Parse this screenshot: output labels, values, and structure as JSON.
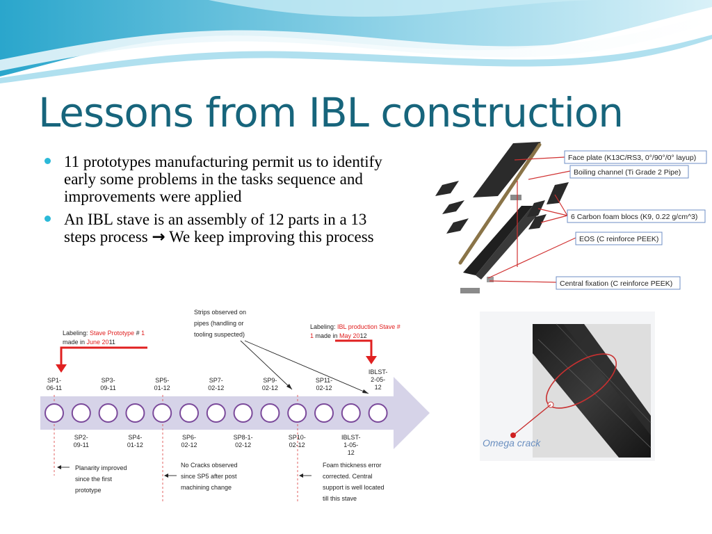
{
  "slide": {
    "title": "Lessons from IBL construction",
    "bullets": [
      {
        "pre": "11 prototypes manufacturing permit us to identify early some problems in the tasks sequence and improvements were applied",
        "post": ""
      },
      {
        "pre": "An IBL stave is an assembly of 12 parts in a 13 steps process ",
        "post": " We keep improving this process"
      }
    ],
    "arrow_glyph": "→"
  },
  "parts_figure": {
    "labels": {
      "face_plate": "Face plate (K13C/RS3, 0°/90°/0° layup)",
      "boiling_channel": "Boiling channel (Ti Grade 2 Pipe)",
      "carbon_foam": "6 Carbon foam blocs (K9, 0.22 g/cm^3)",
      "eos": "EOS (C reinforce PEEK)",
      "central_fixation": "Central fixation (C reinforce PEEK)"
    }
  },
  "timeline_figure": {
    "top_ticks": [
      [
        "SP1-",
        "06-11"
      ],
      [
        "SP3-",
        "09-11"
      ],
      [
        "SP5-",
        "01-12"
      ],
      [
        "SP7-",
        "02-12"
      ],
      [
        "SP9-",
        "02-12"
      ],
      [
        "SP11-",
        "02-12"
      ],
      [
        "IBLST-",
        "2-05-",
        "12"
      ]
    ],
    "bottom_ticks": [
      [
        "SP2-",
        "09-11"
      ],
      [
        "SP4-",
        "01-12"
      ],
      [
        "SP6-",
        "02-12"
      ],
      [
        "SP8-1-",
        "02-12"
      ],
      [
        "SP10-",
        "02-12"
      ],
      [
        "IBLST-",
        "1-05-",
        "12"
      ]
    ],
    "labeling_left": {
      "l1a": "Labeling: ",
      "l1b": "Stave",
      "l1c": " ",
      "l1d": "Prototype",
      "l1e": " # ",
      "l1f": "1",
      "l2a": "made in ",
      "l2b": "June 20",
      "l2c": "11"
    },
    "labeling_right": {
      "l1a": "Labeling: ",
      "l1b": "IBL production",
      "l1c": " ",
      "l1d": "Stave #",
      "l2a": "1",
      "l2b": " made in ",
      "l2c": "May 20",
      "l2d": "12"
    },
    "strips_note": [
      "Strips observed on",
      "pipes (handling or",
      "tooling suspected)"
    ],
    "notes": {
      "planarity": [
        "Planarity improved",
        "since the first",
        "prototype"
      ],
      "no_cracks": [
        "No Cracks observed",
        "since SP5 after post",
        "machining change"
      ],
      "foam": [
        "Foam thickness error",
        "corrected. Central",
        "support is well located",
        "till this stave"
      ]
    }
  },
  "crack_figure": {
    "label": "Omega crack"
  },
  "colors": {
    "title": "#17657c",
    "bullet": "#2bb9d8",
    "wave_light": "#bfe7f3",
    "wave_mid": "#8fd3ea",
    "timeline_arrow": "#d6d3e8",
    "circle_stroke": "#7b4a9b",
    "label_red": "#e02020",
    "crack_label": "#6a8fc0"
  }
}
